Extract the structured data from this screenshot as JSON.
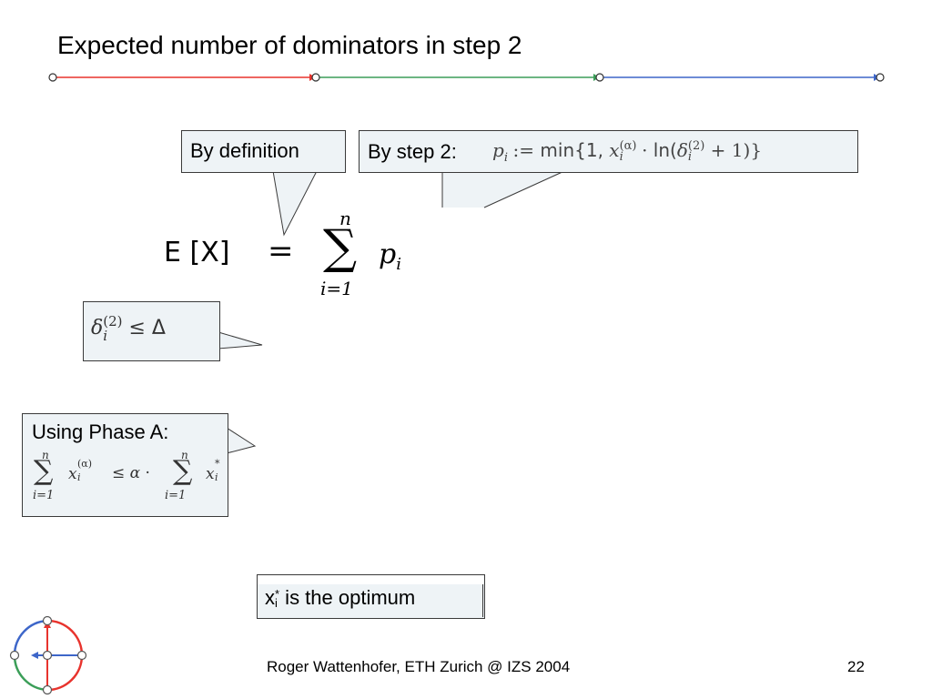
{
  "slide": {
    "title": "Expected number of dominators in step 2",
    "footer_text": "Roger Wattenhofer, ETH Zurich @ IZS 2004",
    "page_number": "22"
  },
  "colors": {
    "segment_1": "#e8332d",
    "segment_2": "#3b9e58",
    "segment_3": "#3d66c9",
    "callout_fill": "#eef3f6"
  },
  "callouts": {
    "by_definition": "By definition",
    "by_step2_label": "By step 2:",
    "using_phase_a": "Using Phase A:",
    "optimum_tail": " is the optimum"
  },
  "formulas": {
    "expectation_lhs": "E [X]",
    "equals": "=",
    "sum_upper": "n",
    "sum_lower": "i=1",
    "summand": "p",
    "summand_sub": "i",
    "pi_def": "p_i := min{1, x_i^(α) · ln(δ_i^(2) + 1)}",
    "delta_bound": "δ_i^(2) ≤ Δ",
    "phase_a_ineq": "Σ_{i=1}^{n} x_i^(α) ≤ α · Σ_{i=1}^{n} x_i^*",
    "x_sym": "x",
    "x_sub": "i",
    "x_sup": "*"
  },
  "icons": {
    "logo": "network-graph-icon"
  }
}
